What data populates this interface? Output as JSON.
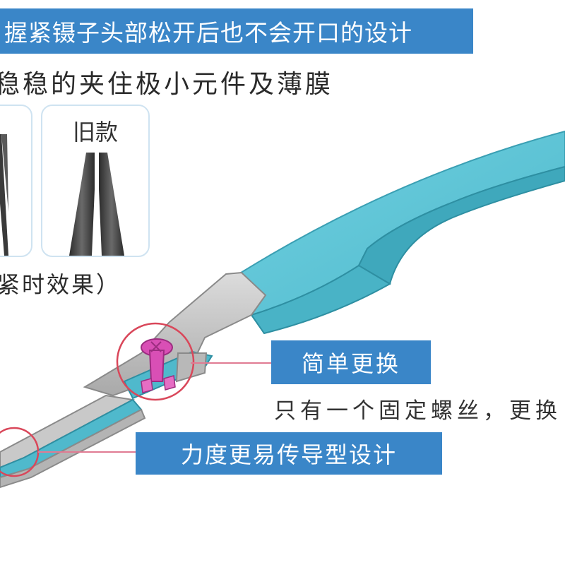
{
  "top_banner": {
    "text": "握紧镊子头部松开后也不会开口的设计"
  },
  "subtitle": {
    "text": "稳稳的夹住极小元件及薄膜"
  },
  "comparison": {
    "old_label": "旧款",
    "note": "紧时效果）"
  },
  "callouts": {
    "replace_title": "简单更换",
    "replace_caption": "只有一个固定螺丝，更换",
    "force_title": "力度更易传导型设计"
  },
  "colors": {
    "banner": "#3a86c8",
    "handle": "#5ec6d8",
    "metal": "#cfcfcf",
    "screw": "#d94fb5",
    "circle": "#d9475a"
  }
}
